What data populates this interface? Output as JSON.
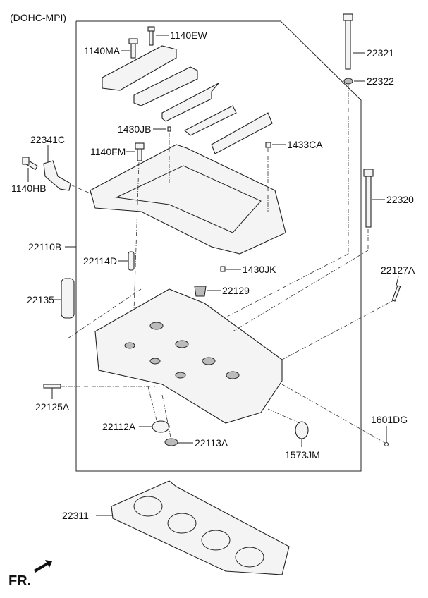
{
  "header": {
    "variant": "(DOHC-MPI)"
  },
  "labels": {
    "p1140EW": "1140EW",
    "p1140MA": "1140MA",
    "p22321": "22321",
    "p22322": "22322",
    "p1430JB": "1430JB",
    "p1433CA": "1433CA",
    "p22341C": "22341C",
    "p1140FM": "1140FM",
    "p1140HB": "1140HB",
    "p22320": "22320",
    "p22110B": "22110B",
    "p22114D": "22114D",
    "p1430JK": "1430JK",
    "p22127A": "22127A",
    "p22135": "22135",
    "p22129": "22129",
    "p22125A": "22125A",
    "p22112A": "22112A",
    "p22113A": "22113A",
    "p1601DG": "1601DG",
    "p1573JM": "1573JM",
    "p22311": "22311"
  },
  "footer": {
    "direction": "FR."
  }
}
